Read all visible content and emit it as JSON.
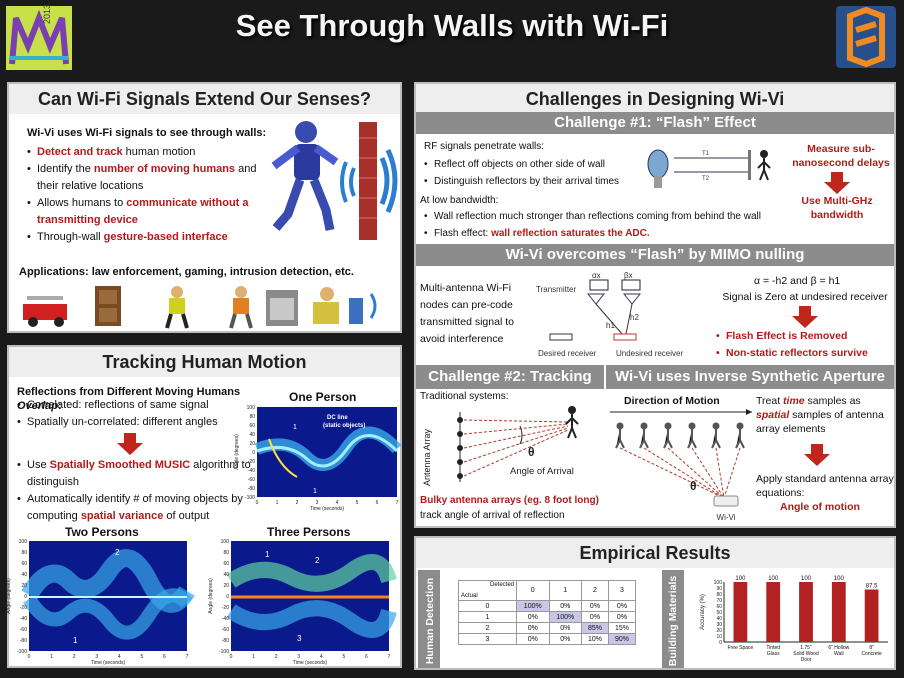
{
  "title": "See Through Walls with Wi-Fi",
  "logo_left_year": "2013",
  "senses": {
    "heading": "Can Wi-Fi Signals Extend Our Senses?",
    "intro": "Wi-Vi uses Wi-Fi signals to see through walls:",
    "b1_red": "Detect and track",
    "b1_rest": " human motion",
    "b2_pre": "Identify the ",
    "b2_red": "number of moving humans",
    "b2_post": " and their relative locations",
    "b3_pre": "Allows humans to ",
    "b3_red": "communicate without a transmitting device",
    "b4_pre": "Through-wall ",
    "b4_red": "gesture-based interface",
    "applications": "Applications: law enforcement, gaming, intrusion detection, etc."
  },
  "tracking": {
    "heading": "Tracking Human Motion",
    "intro_pre": "Reflections from Different Moving Humans ",
    "intro_em": "Overlap",
    "c1": "Correlated: reflections of same signal",
    "c2": "Spatially un-correlated: different angles",
    "m1_pre": "Use ",
    "m1_red": "Spatially Smoothed MUSIC",
    "m1_post": " algorithm to distinguish",
    "m2_pre": "Automatically identify # of moving objects by computing ",
    "m2_red": "spatial variance",
    "m2_post": " of output",
    "one_person": "One Person",
    "two_persons": "Two Persons",
    "three_persons": "Three Persons",
    "dc_line": "DC line",
    "dc_static": "(static objects)",
    "ylabel": "Angle (degrees)",
    "xlabel": "Time (seconds)",
    "yticks": [
      "100",
      "80",
      "60",
      "40",
      "20",
      "0",
      "-20",
      "-40",
      "-60",
      "-80",
      "-100"
    ],
    "xticks": [
      "0",
      "1",
      "2",
      "3",
      "4",
      "5",
      "6",
      "7"
    ],
    "marks": [
      "1",
      "2",
      "3"
    ]
  },
  "challenges": {
    "heading": "Challenges in Designing Wi-Vi",
    "c1_title": "Challenge #1: “Flash” Effect",
    "rf": "RF signals penetrate walls:",
    "rf1": "Reflect off objects on other side of wall",
    "rf2": "Distinguish reflectors by their arrival times",
    "measure": "Measure sub-nanosecond delays",
    "multighz": "Use Multi-GHz bandwidth",
    "lowbw": "At low bandwidth:",
    "lb1": "Wall reflection much stronger than reflections coming from behind the wall",
    "lb2_pre": "Flash effect: ",
    "lb2_red": "wall reflection saturates the ADC.",
    "t1": "T1",
    "t2": "T2",
    "mimo_title": "Wi-Vi overcomes “Flash” by MIMO nulling",
    "mimo_text": "Multi-antenna Wi-Fi nodes can pre-code transmitted signal to avoid interference",
    "transmitter": "Transmitter",
    "ax": "αx",
    "bx": "βx",
    "h1": "h1",
    "h2": "h2",
    "desired": "Desired receiver",
    "undesired": "Undesired receiver",
    "eq": "α = -h2 and β = h1",
    "zero": "Signal is Zero at undesired receiver",
    "r1": "Flash Effect is Removed",
    "r2": "Non-static reflectors survive",
    "c2_title": "Challenge #2: Tracking",
    "trad": "Traditional systems:",
    "antenna_array": "Antenna Array",
    "theta": "θ",
    "aoa": "Angle of Arrival",
    "bulky_red": "Bulky antenna arrays (eg. 8 foot long)",
    "bulky_rest": "track angle of arrival of reflection",
    "isa_title": "Wi-Vi uses Inverse Synthetic Aperture",
    "direction": "Direction of Motion",
    "treat_pre": "Treat ",
    "treat_em1": "time",
    "treat_mid": " samples as ",
    "treat_em2": "spatial",
    "treat_post": " samples of antenna array elements",
    "apply": "Apply standard antenna array equations:",
    "aom": "Angle of motion",
    "wivi": "Wi-Vi"
  },
  "results": {
    "heading": "Empirical Results",
    "hd_label": "Human Detection",
    "bm_label": "Building Materials",
    "detected": "Detected",
    "actual": "Actual",
    "cols": [
      "0",
      "1",
      "2",
      "3"
    ],
    "rows": [
      {
        "label": "0",
        "cells": [
          "100%",
          "0%",
          "0%",
          "0%"
        ]
      },
      {
        "label": "1",
        "cells": [
          "0%",
          "100%",
          "0%",
          "0%"
        ]
      },
      {
        "label": "2",
        "cells": [
          "0%",
          "0%",
          "85%",
          "15%"
        ]
      },
      {
        "label": "3",
        "cells": [
          "0%",
          "0%",
          "10%",
          "90%"
        ]
      }
    ]
  },
  "chart_data": {
    "type": "bar",
    "ylabel": "Accuracy (%)",
    "categories": [
      "Free Space",
      "Tinted Glass",
      "1.75\" Solid Wood Door",
      "6\" Hollow Wall",
      "8\" Concrete"
    ],
    "values": [
      100,
      100,
      100,
      100,
      87.5
    ],
    "value_labels": [
      "100",
      "100",
      "100",
      "100",
      "87.5"
    ],
    "ylim": [
      0,
      100
    ],
    "yticks": [
      "100",
      "90",
      "80",
      "70",
      "60",
      "50",
      "40",
      "30",
      "20",
      "10",
      "0"
    ],
    "bar_color": "#b22222"
  }
}
